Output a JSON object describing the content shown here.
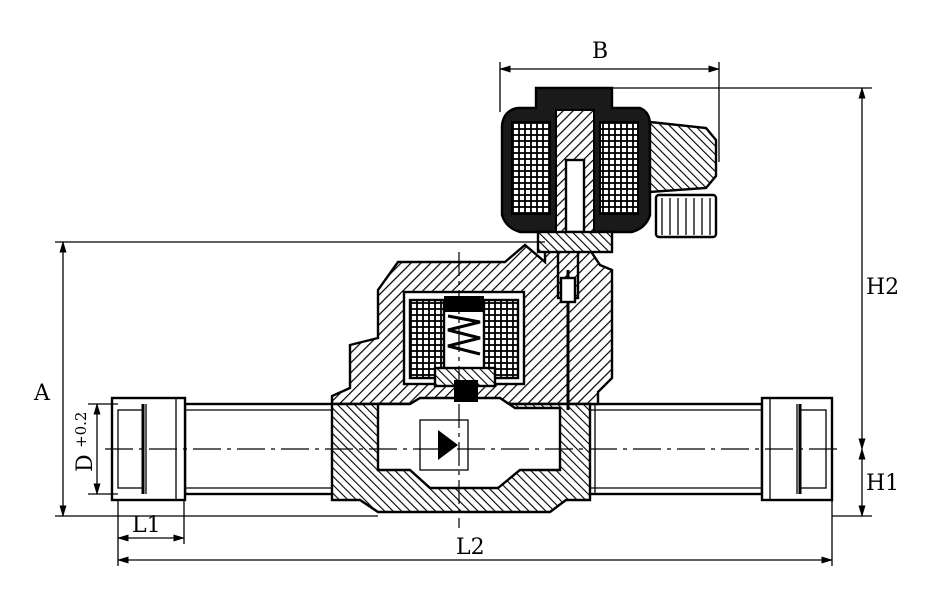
{
  "dimensions": {
    "B": "B",
    "A": "A",
    "D": "D",
    "D_tolerance": "+0.2",
    "H2": "H2",
    "H1": "H1",
    "L1": "L1",
    "L2": "L2"
  }
}
